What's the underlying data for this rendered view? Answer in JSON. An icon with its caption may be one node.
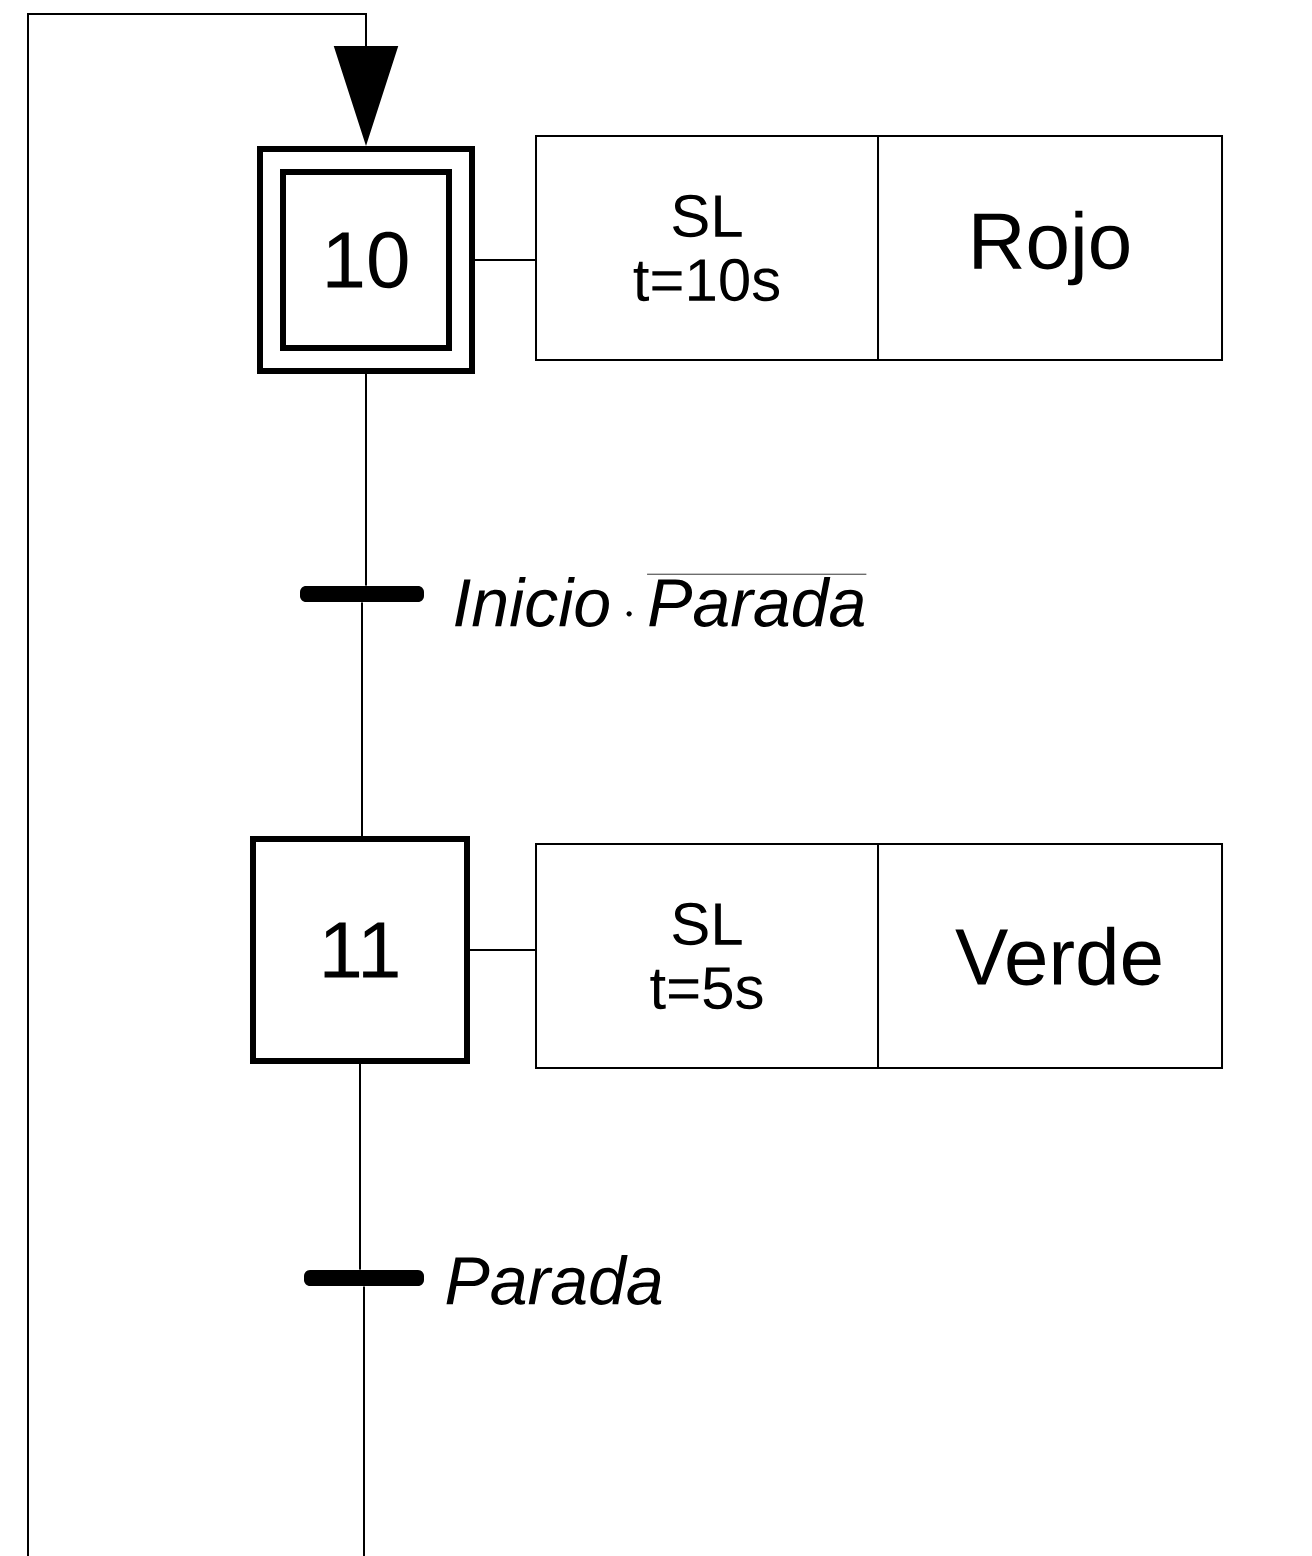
{
  "diagram": {
    "nodes": [
      {
        "text": [
          "10"
        ]
      },
      {
        "text": [
          "SL t=10s"
        ]
      },
      {
        "text": [
          "Rojo"
        ]
      },
      {
        "text": [],
        "shape": "bar",
        "beside": [
          "\\mathit{Inicio}\\cdot\\overline{\\mathit{Parada}}"
        ]
      },
      {
        "text": [
          "11"
        ]
      },
      {
        "text": [
          "SL t=5s"
        ]
      },
      {
        "text": [
          "Verde"
        ]
      },
      {
        "text": [],
        "shape": "bar",
        "beside": [
          "\\mathit{Parada}"
        ]
      }
    ],
    "edges": [
      {
        "from": 0,
        "to": 1,
        "arrow": "none"
      },
      {
        "from": 0,
        "to": 3,
        "arrow": "none"
      },
      {
        "from": 3,
        "to": 4,
        "arrow": "none"
      },
      {
        "from": 4,
        "to": 5,
        "arrow": "none"
      },
      {
        "from": 4,
        "to": 7,
        "arrow": "none"
      },
      {
        "from": 7,
        "to": 0,
        "arrow": "to"
      }
    ]
  }
}
